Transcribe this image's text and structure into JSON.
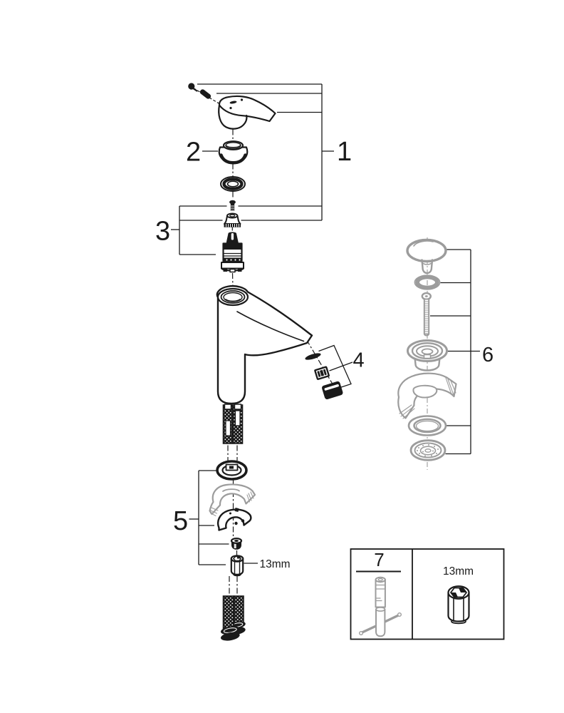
{
  "colors": {
    "background": "#ffffff",
    "line": "#1a1a1a",
    "gray": "#9c9c9c"
  },
  "callouts": {
    "c1": "1",
    "c2": "2",
    "c3": "3",
    "c4": "4",
    "c5": "5",
    "c6": "6"
  },
  "mounting": {
    "nut_size_label": "13mm"
  },
  "tool_box": {
    "number": "7",
    "socket_size_label": "13mm"
  }
}
